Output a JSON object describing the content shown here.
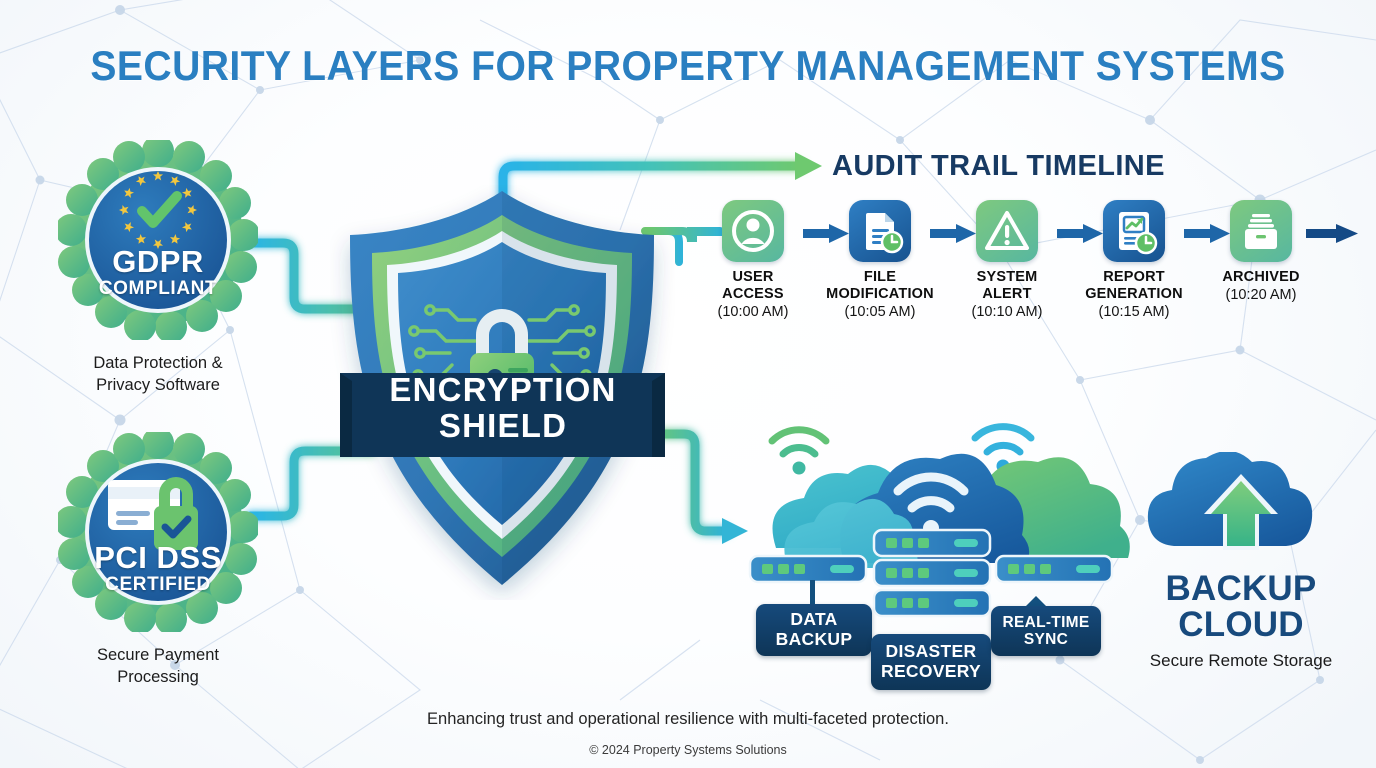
{
  "title": "SECURITY LAYERS FOR PROPERTY MANAGEMENT SYSTEMS",
  "colors": {
    "title_blue": "#2a7fc1",
    "navy": "#173a63",
    "badge_green": "#5cb85c",
    "badge_blue": "#1f5fa0",
    "accent_green": "#6ec46e",
    "accent_cyan": "#2ab3e0",
    "chip_navy": "#0e3557"
  },
  "badges": [
    {
      "id": "gdpr",
      "title_main": "GDPR",
      "title_sub": "COMPLIANT",
      "caption_line1": "Data Protection &",
      "caption_line2": "Privacy Software",
      "icon": "eu-stars-check-icon"
    },
    {
      "id": "pci",
      "title_main": "PCI DSS",
      "title_sub": "CERTIFIED",
      "caption_line1": "Secure Payment",
      "caption_line2": "Processing",
      "icon": "credit-card-lock-icon"
    }
  ],
  "shield": {
    "banner_line1": "ENCRYPTION",
    "banner_line2": "SHIELD",
    "icon": "padlock-circuit-icon"
  },
  "audit": {
    "heading": "AUDIT TRAIL TIMELINE",
    "steps": [
      {
        "label_line1": "USER",
        "label_line2": "ACCESS",
        "time": "(10:00 AM)",
        "icon": "user-avatar-icon",
        "tone": "green"
      },
      {
        "label_line1": "FILE",
        "label_line2": "MODIFICATION",
        "time": "(10:05 AM)",
        "icon": "document-clock-icon",
        "tone": "blue"
      },
      {
        "label_line1": "SYSTEM",
        "label_line2": "ALERT",
        "time": "(10:10 AM)",
        "icon": "warning-triangle-icon",
        "tone": "green"
      },
      {
        "label_line1": "REPORT",
        "label_line2": "GENERATION",
        "time": "(10:15 AM)",
        "icon": "report-chart-clock-icon",
        "tone": "blue"
      },
      {
        "label_line1": "ARCHIVED",
        "label_line2": "",
        "time": "(10:20 AM)",
        "icon": "archive-box-icon",
        "tone": "green"
      }
    ]
  },
  "cloud": {
    "chips": [
      {
        "id": "data",
        "line1": "DATA",
        "line2": "BACKUP"
      },
      {
        "id": "dr",
        "line1": "DISASTER",
        "line2": "RECOVERY"
      },
      {
        "id": "rt",
        "line1": "REAL-TIME",
        "line2": "SYNC"
      }
    ],
    "wifi_icons": [
      "wifi-signal-icon",
      "wifi-signal-icon",
      "wifi-signal-icon"
    ],
    "server_icon": "server-rack-icon"
  },
  "backup": {
    "title_line1": "BACKUP",
    "title_line2": "CLOUD",
    "subtitle": "Secure Remote Storage",
    "icon": "cloud-upload-icon"
  },
  "footer": {
    "tagline": "Enhancing trust and operational resilience with multi-faceted protection.",
    "copyright": "© 2024 Property Systems Solutions"
  }
}
